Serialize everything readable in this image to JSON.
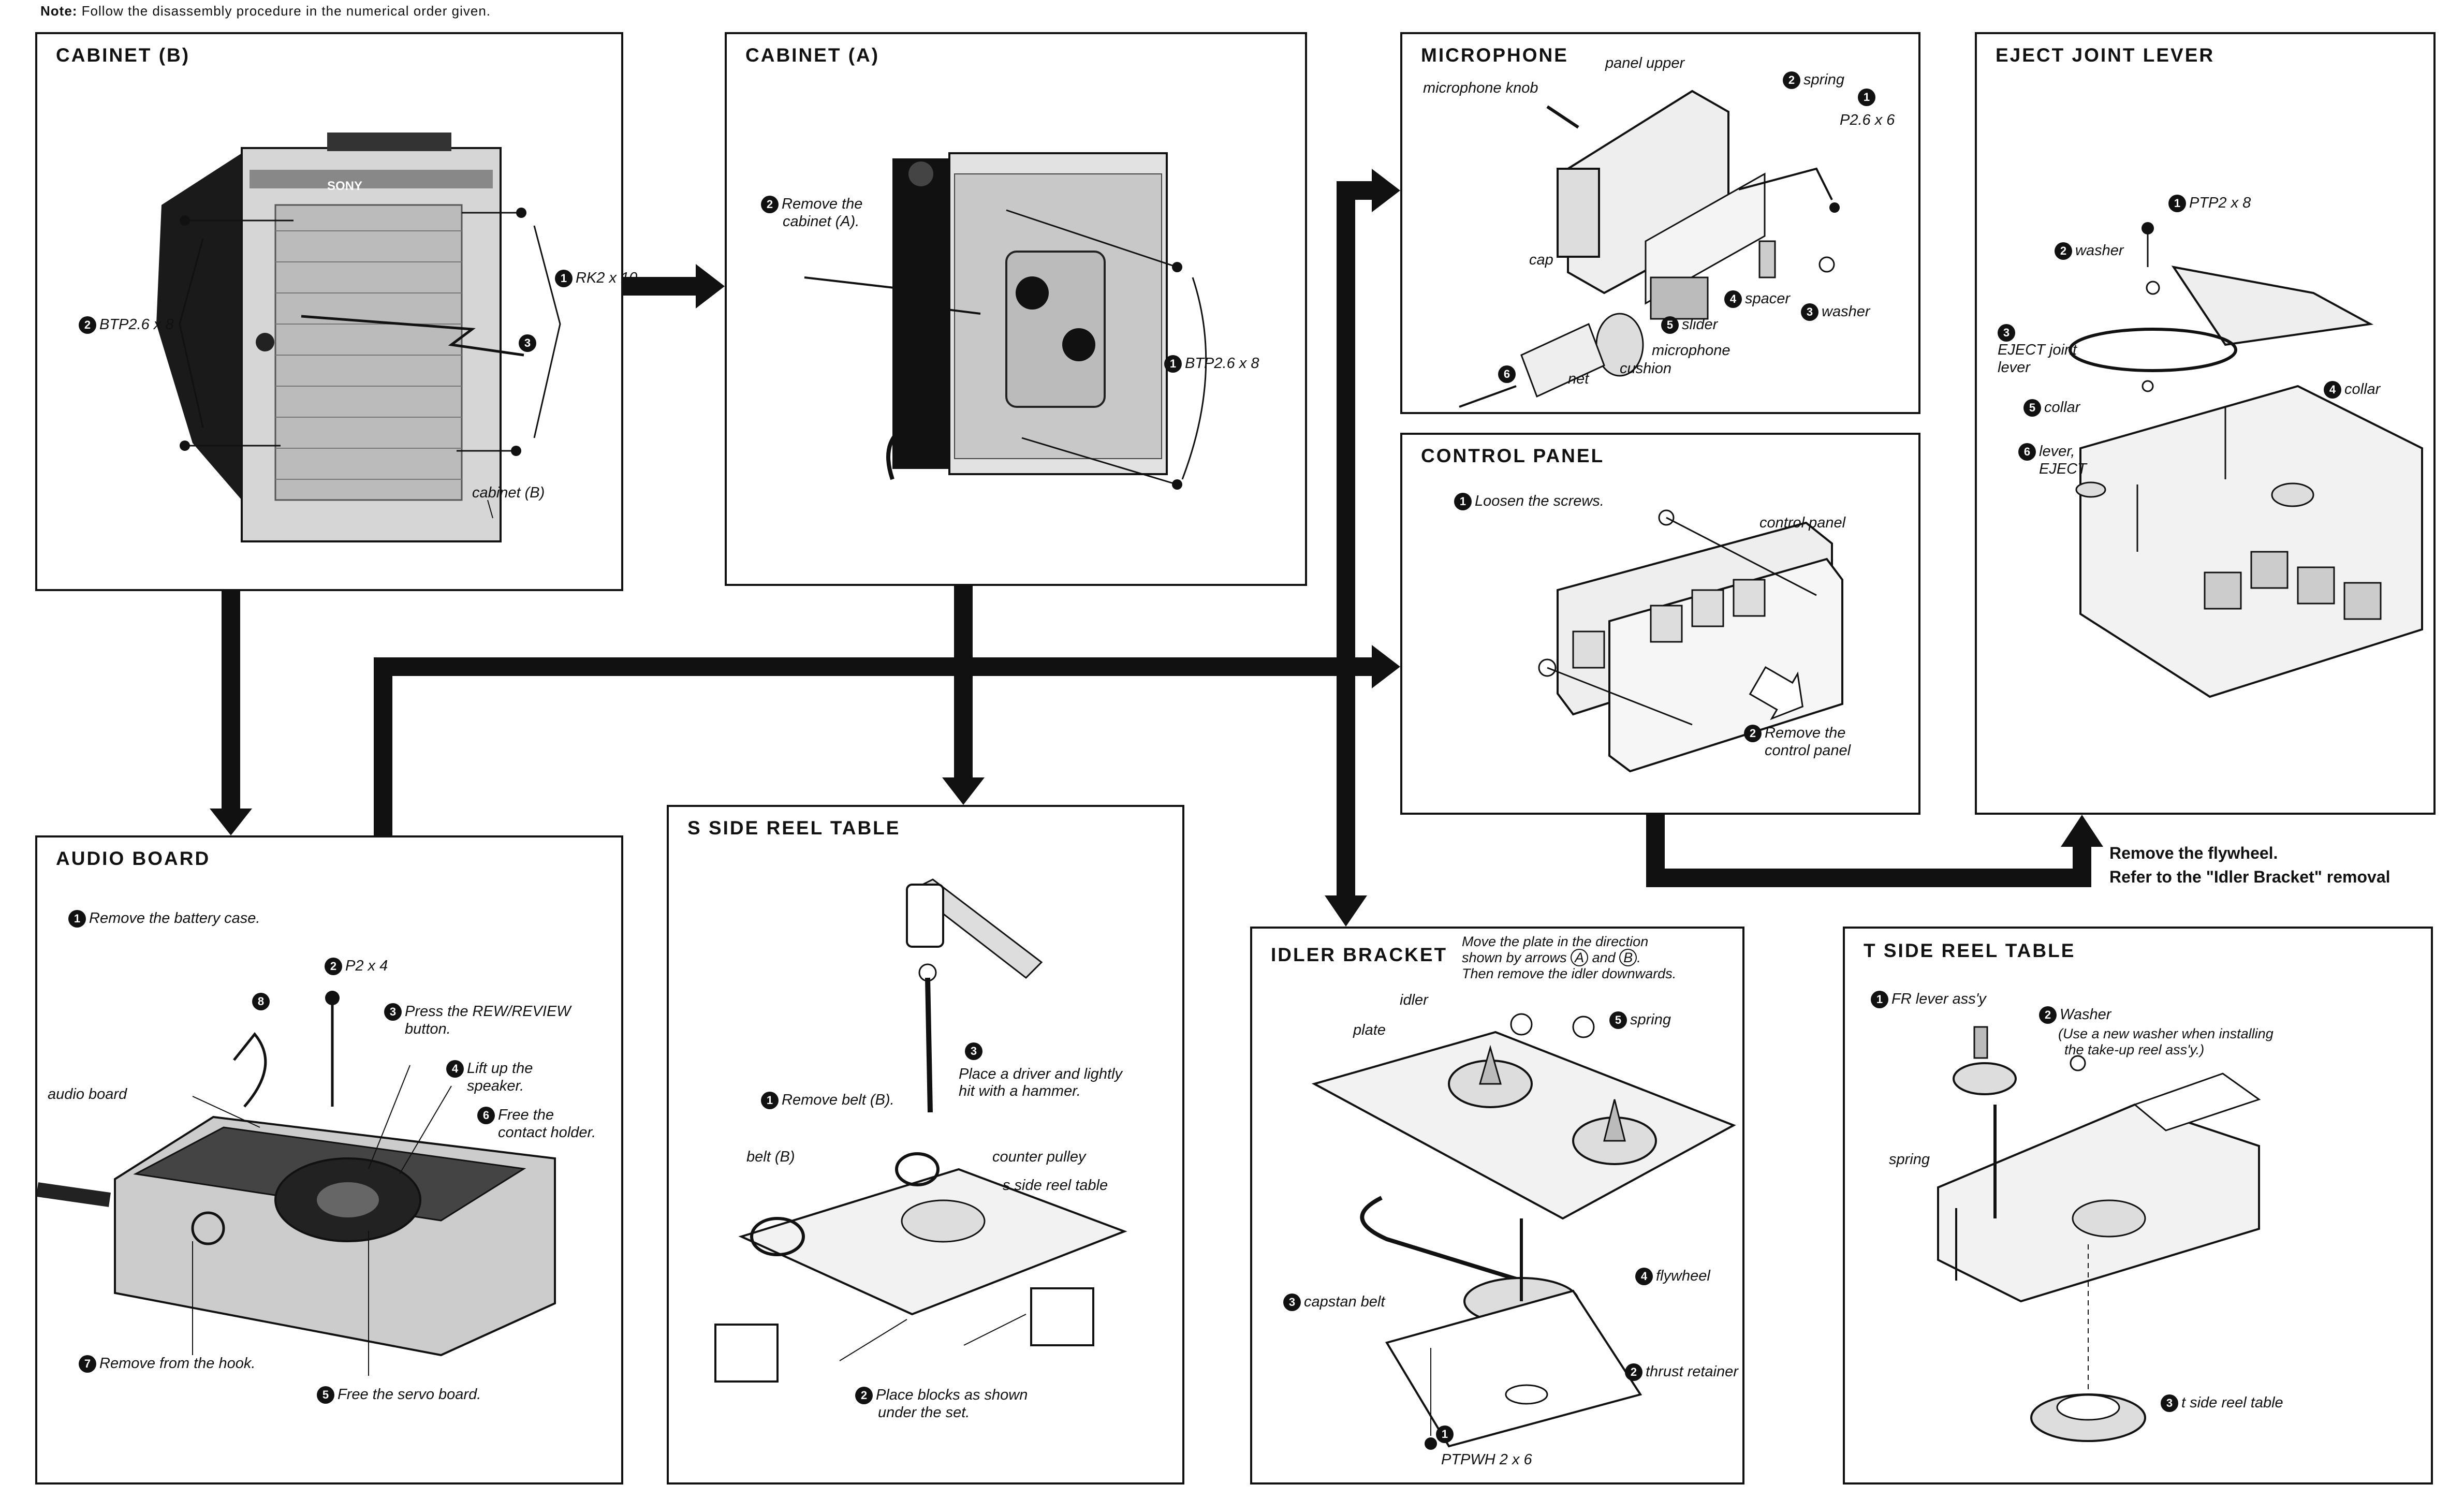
{
  "note": {
    "label": "Note:",
    "text": "Follow the disassembly procedure in the numerical order given."
  },
  "cabinet_b": {
    "title": "CABINET (B)",
    "n1": "1",
    "l1": "RK2 x 10",
    "n2": "2",
    "l2": "BTP2.6 x 8",
    "n3": "3",
    "part": "cabinet (B)",
    "brand": "SONY"
  },
  "cabinet_a": {
    "title": "CABINET (A)",
    "n2": "2",
    "l2a": "Remove the",
    "l2b": "cabinet (A).",
    "n1": "1",
    "l1": "BTP2.6 x 8"
  },
  "microphone": {
    "title": "MICROPHONE",
    "knob": "microphone knob",
    "panel": "panel upper",
    "n2": "2",
    "spring": "spring",
    "n1": "1",
    "screw": "P2.6 x 6",
    "cap": "cap",
    "n5": "5",
    "slider": "slider",
    "n4": "4",
    "spacer": "spacer",
    "n3": "3",
    "washer": "washer",
    "n6": "6",
    "net": "net",
    "cushion": "cushion",
    "mic": "microphone"
  },
  "eject": {
    "title": "EJECT JOINT LEVER",
    "n1": "1",
    "screw": "PTP2 x 8",
    "n2": "2",
    "washer": "washer",
    "n3": "3",
    "lever_a": "EJECT joint",
    "lever_b": "lever",
    "n4": "4",
    "collar": "collar",
    "n5": "5",
    "collar2": "collar",
    "n6": "6",
    "l6a": "lever,",
    "l6b": "EJECT"
  },
  "control": {
    "title": "CONTROL PANEL",
    "n1": "1",
    "loosen": "Loosen the screws.",
    "part": "control panel",
    "n2": "2",
    "rm_a": "Remove the",
    "rm_b": "control panel"
  },
  "flywheel_note": {
    "line1": "Remove the flywheel.",
    "line2": "Refer to the \"Idler Bracket\" removal"
  },
  "audio": {
    "title": "AUDIO BOARD",
    "n1": "1",
    "battery": "Remove the battery case.",
    "n2": "2",
    "screw": "P2 x 4",
    "n3": "3",
    "rew_a": "Press the REW/REVIEW",
    "rew_b": "button.",
    "n4": "4",
    "lift_a": "Lift up the",
    "lift_b": "speaker.",
    "n6": "6",
    "free_a": "Free the",
    "free_b": "contact holder.",
    "n8": "8",
    "board": "audio board",
    "n7": "7",
    "hook": "Remove from the hook.",
    "n5": "5",
    "servo": "Free the servo board."
  },
  "s_reel": {
    "title": "S SIDE REEL TABLE",
    "n3": "3",
    "drv_a": "Place a driver and lightly",
    "drv_b": "hit with a hammer.",
    "n1": "1",
    "belt": "Remove belt (B).",
    "beltb": "belt (B)",
    "pulley": "counter pulley",
    "table": "s side reel table",
    "n2": "2",
    "blk_a": "Place blocks as shown",
    "blk_b": "under the set."
  },
  "idler": {
    "title": "IDLER BRACKET",
    "ins_a": "Move the plate in the direction",
    "ins_b": "shown by arrows",
    "ins_a_mark": "A",
    "ins_and": "and",
    "ins_b_mark": "B",
    "ins_c": "Then remove the idler downwards.",
    "idler": "idler",
    "plate": "plate",
    "n5": "5",
    "spring": "spring",
    "n4": "4",
    "flywheel": "flywheel",
    "n3": "3",
    "belt": "capstan belt",
    "n2": "2",
    "retainer": "thrust retainer",
    "n1": "1",
    "screw": "PTPWH 2 x 6"
  },
  "t_reel": {
    "title": "T SIDE REEL TABLE",
    "n1": "1",
    "fr": "FR lever ass'y",
    "n2": "2",
    "washer": "Washer",
    "w_a": "(Use a new washer when installing",
    "w_b": "the take-up reel ass'y.)",
    "spring": "spring",
    "n3": "3",
    "table": "t side reel table"
  }
}
